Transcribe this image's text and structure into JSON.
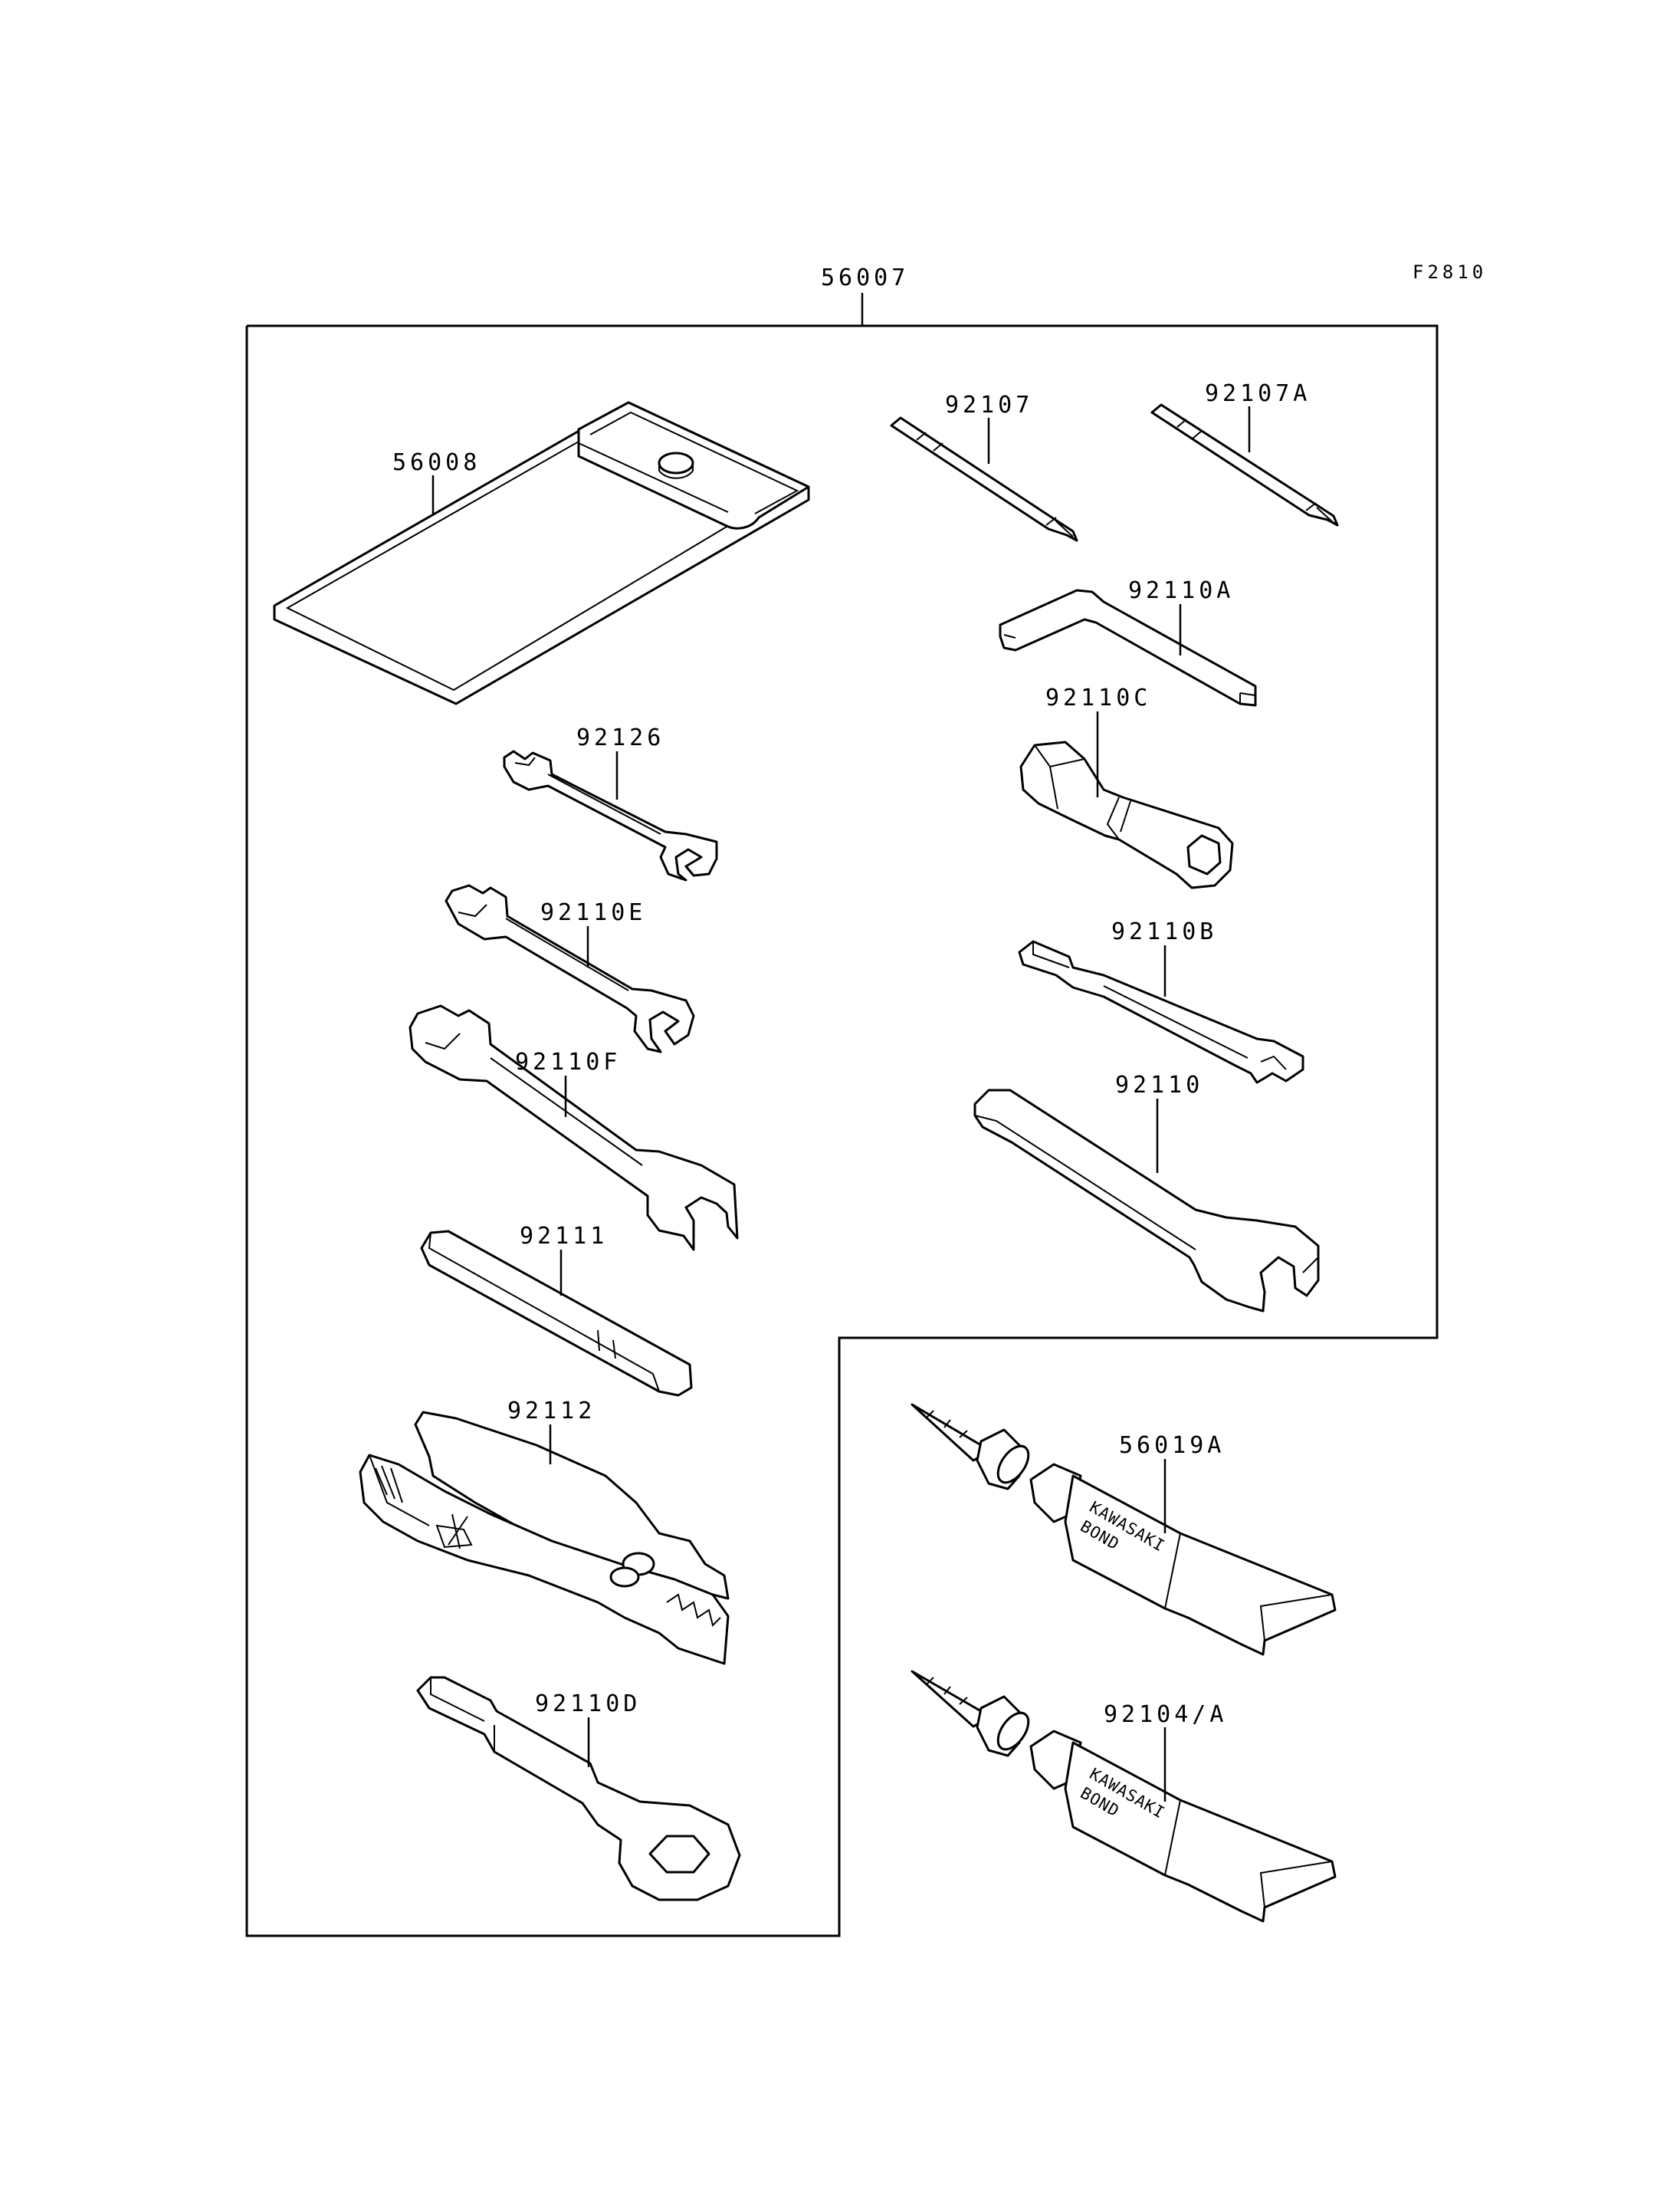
{
  "figure_code": "F2810",
  "kit": {
    "part_no": "56007"
  },
  "parts": {
    "p56008": "56008",
    "p92107": "92107",
    "p92107A": "92107A",
    "p92110A": "92110A",
    "p92126": "92126",
    "p92110C": "92110C",
    "p92110E": "92110E",
    "p92110B": "92110B",
    "p92110F": "92110F",
    "p92110": "92110",
    "p92111": "92111",
    "p92112": "92112",
    "p56019A": "56019A",
    "p92110D": "92110D",
    "p92104A": "92104/A"
  },
  "tube_text": {
    "line1": "KAWASAKI",
    "line2": "BOND"
  },
  "icons": {
    "tool_pouch": "tool-pouch-icon",
    "screwdriver_bit": "phillips-bit-icon",
    "hex_key": "hex-key-icon",
    "open_wrench": "open-end-wrench-icon",
    "spark_plug_socket": "spark-plug-wrench-icon",
    "spanner": "spoke-spanner-icon",
    "handle": "handle-bar-icon",
    "pliers": "pliers-icon",
    "ring_wrench": "ring-wrench-icon",
    "bond_tube": "bond-tube-icon"
  }
}
